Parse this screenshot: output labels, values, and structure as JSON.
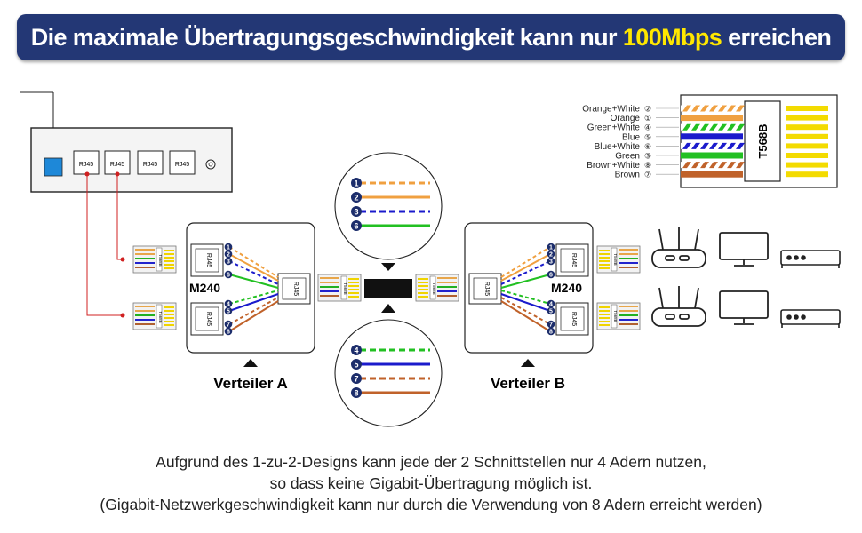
{
  "banner": {
    "text_before": "Die maximale Übertragungsgeschwindigkeit kann nur ",
    "highlight": "100Mbps",
    "text_after": " erreichen"
  },
  "router": {
    "port_label": "RJ45"
  },
  "splitter_a": {
    "model": "M240",
    "port_label": "RJ45",
    "name": "Verteiler A"
  },
  "splitter_b": {
    "model": "M240",
    "port_label": "RJ45",
    "name": "Verteiler B"
  },
  "plug_label": "T568B",
  "pins": [
    "1",
    "2",
    "3",
    "4",
    "5",
    "6",
    "7",
    "8"
  ],
  "legend_top": [
    {
      "num": "1",
      "name": "Orange+White"
    },
    {
      "num": "2",
      "name": "Orange"
    },
    {
      "num": "3",
      "name": "Green+White"
    },
    {
      "num": "6",
      "name": "Green"
    }
  ],
  "legend_bottom": [
    {
      "num": "4",
      "name": "Blue"
    },
    {
      "num": "5",
      "name": "Blue+White"
    },
    {
      "num": "7",
      "name": "Brown+White"
    },
    {
      "num": "8",
      "name": "Brown"
    }
  ],
  "t568b": {
    "title": "T568B",
    "wires": [
      {
        "name": "Orange+White",
        "num": "②",
        "color": "#f0a040",
        "striped": true
      },
      {
        "name": "Orange",
        "num": "①",
        "color": "#f0a040",
        "striped": false
      },
      {
        "name": "Green+White",
        "num": "④",
        "color": "#22c022",
        "striped": true
      },
      {
        "name": "Blue",
        "num": "⑤",
        "color": "#1b1bcc",
        "striped": false
      },
      {
        "name": "Blue+White",
        "num": "⑥",
        "color": "#1b1bcc",
        "striped": true
      },
      {
        "name": "Green",
        "num": "③",
        "color": "#22c022",
        "striped": false
      },
      {
        "name": "Brown+White",
        "num": "⑧",
        "color": "#c0622a",
        "striped": true
      },
      {
        "name": "Brown",
        "num": "⑦",
        "color": "#c0622a",
        "striped": false
      }
    ]
  },
  "caption": {
    "line1": "Aufgrund des 1-zu-2-Designs kann jede der 2 Schnittstellen nur 4 Adern nutzen,",
    "line2": "so dass keine Gigabit-Übertragung möglich ist.",
    "line3": "(Gigabit-Netzwerkgeschwindigkeit kann nur durch die Verwendung von 8 Adern erreicht werden)"
  },
  "colors": {
    "banner_bg": "#233775",
    "highlight": "#ffe700",
    "orange": "#f0a040",
    "green": "#22c022",
    "blue": "#1b1bcc",
    "brown": "#c0622a",
    "pin_badge": "#1c2d6b",
    "router_led": "#1e88d8",
    "red_line": "#d02020"
  },
  "icons": [
    "router-icon",
    "monitor-icon",
    "set-top-box-icon",
    "triangle-pointer-icon",
    "rj45-port-icon",
    "rj45-plug-icon",
    "coupler-icon"
  ]
}
